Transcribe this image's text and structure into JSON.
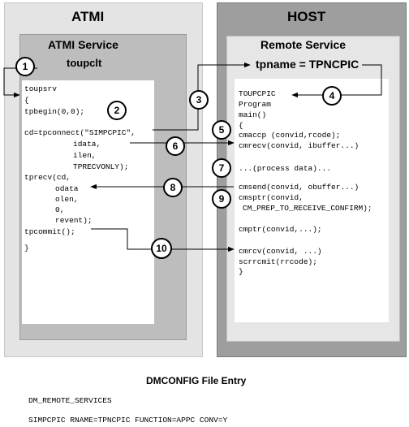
{
  "left_panel": {
    "title": "ATMI",
    "service_title": "ATMI Service",
    "service_name": "toupclt"
  },
  "right_panel": {
    "title": "HOST",
    "service_title": "Remote Service",
    "tpname_label": "tpname = TPNCPIC"
  },
  "left_code": {
    "l01": "toupsrv",
    "l02": "{",
    "l03": "tpbegin(0,0);",
    "l04": "cd=tpconnect(\"SIMPCPIC\",",
    "l05": "idata,",
    "l06": "ilen,",
    "l07": "TPRECVONLY);",
    "l08": "tprecv(cd,",
    "l09": "odata",
    "l10": "olen,",
    "l11": "0,",
    "l12": "revent);",
    "l13": "tpcommit();",
    "l14": "}"
  },
  "right_code": {
    "r01": "TOUPCPIC",
    "r02": "Program",
    "r03": "main()",
    "r04": "{",
    "r05": "cmaccp (convid,rcode);",
    "r06": "cmrecv(convid, ibuffer...)",
    "r07": "...(process data)...",
    "r08": "cmsend(convid, obuffer...)",
    "r09": "cmsptr(convid,",
    "r10": "CM_PREP_TO_RECEIVE_CONFIRM);",
    "r11": "cmptr(convid,...);",
    "r12": "cmrcv(convid, ...)",
    "r13": "scrrcmit(rrcode);",
    "r14": "}"
  },
  "steps": {
    "s1": "1",
    "s2": "2",
    "s3": "3",
    "s4": "4",
    "s5": "5",
    "s6": "6",
    "s7": "7",
    "s8": "8",
    "s9": "9",
    "s10": "10"
  },
  "dmconfig": {
    "heading": "DMCONFIG File Entry",
    "line1": "DM_REMOTE_SERVICES",
    "line2": "SIMPCPIC RNAME=TPNCPIC FUNCTION=APPC CONV=Y"
  }
}
